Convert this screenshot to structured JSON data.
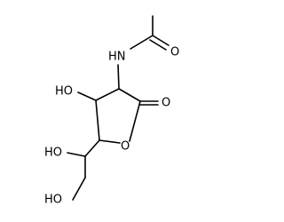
{
  "structure": {
    "atoms": {
      "nh": "HN",
      "amide_o": "O",
      "oh_ring": "HO",
      "lactone_o": "O",
      "ring_o": "O",
      "oh_side": "HO",
      "oh_terminal": "HO"
    }
  }
}
